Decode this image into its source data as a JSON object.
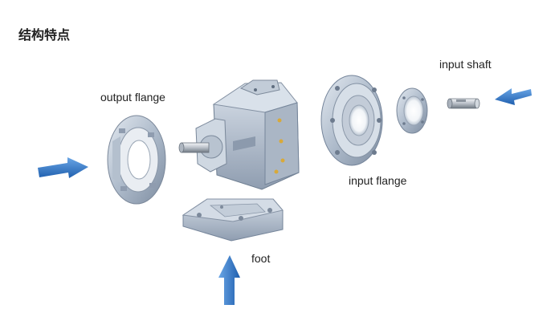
{
  "heading": "结构特点",
  "labels": {
    "output_flange": "output flange",
    "input_shaft": "input shaft",
    "input_flange": "input flange",
    "foot": "foot"
  },
  "colors": {
    "arrow_blue": "#2f73c4",
    "metal_light": "#c9d3df",
    "metal_mid": "#9fadbe",
    "metal_dark": "#6f7f92",
    "text": "#222222"
  },
  "icons": {
    "arrows": "blue-arrow-icon"
  }
}
